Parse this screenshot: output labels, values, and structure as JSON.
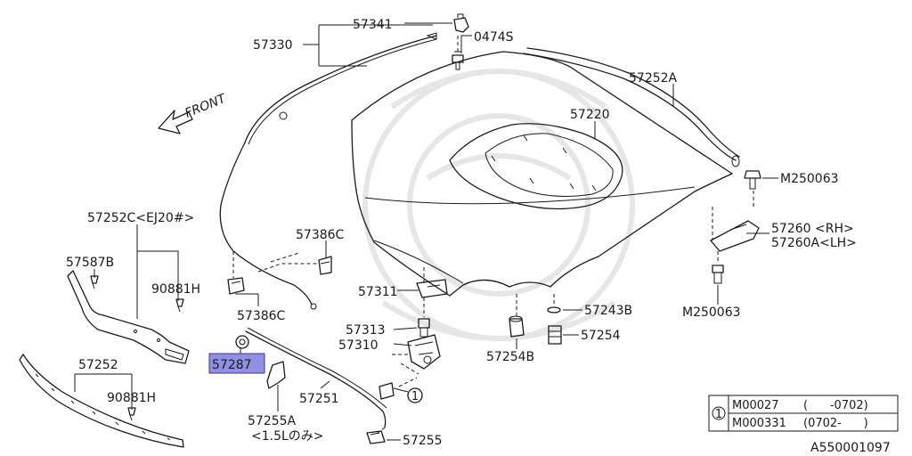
{
  "callouts": {
    "p57341": "57341",
    "p0474s": "0474S",
    "p57330": "57330",
    "p57252a": "57252A",
    "p57220": "57220",
    "p57252c": "57252C<EJ20#>",
    "p57587b": "57587B",
    "p90881h_a": "90881H",
    "p57386c_a": "57386C",
    "p57386c_b": "57386C",
    "p57311": "57311",
    "p57313": "57313",
    "p57310": "57310",
    "p57287": "57287",
    "p57252": "57252",
    "p90881h_b": "90881H",
    "p57251": "57251",
    "p57255a": "57255A",
    "p57255a_note": "<1.5Lのみ>",
    "p57255": "57255",
    "p57254b": "57254B",
    "p57243b": "57243B",
    "p57254": "57254",
    "pm250063_a": "M250063",
    "pm250063_b": "M250063",
    "p57260_rh": "57260 <RH>",
    "p57260a_lh": "57260A<LH>",
    "front": "FRONT",
    "ref_circle": "1"
  },
  "highlight": {
    "part": "57287",
    "color": "#8f8fe3"
  },
  "variant_table": {
    "ref": "1",
    "rows": [
      {
        "part": "M00027",
        "range": "(      -0702)"
      },
      {
        "part": "M000331",
        "range": "(0702-      )"
      }
    ]
  },
  "figure_id": "A550001097"
}
